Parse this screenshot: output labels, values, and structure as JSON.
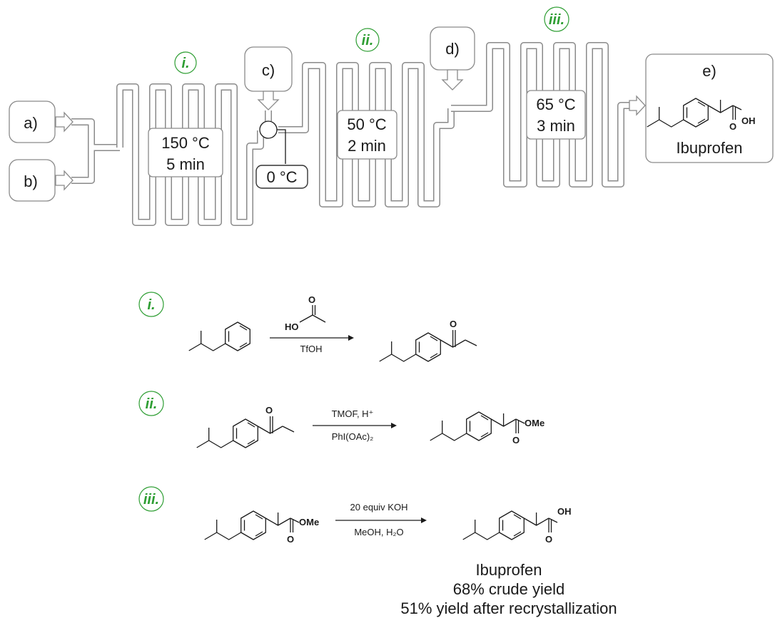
{
  "flow": {
    "inlets": {
      "a": "a)",
      "b": "b)",
      "c": "c)",
      "d": "d)",
      "e": "e)"
    },
    "product_label": "Ibuprofen",
    "reactors": [
      {
        "step": "i.",
        "temp": "150 °C",
        "time": "5 min"
      },
      {
        "step": "ii.",
        "temp": "50 °C",
        "time": "2 min"
      },
      {
        "step": "iii.",
        "temp": "65 °C",
        "time": "3 min"
      }
    ],
    "mixer_temp": "0 °C"
  },
  "schemes": [
    {
      "step": "i.",
      "reagent_above": "HO",
      "reagent_below": "TfOH"
    },
    {
      "step": "ii.",
      "reagent_above": "TMOF, H⁺",
      "reagent_below": "PhI(OAc)₂",
      "product_group": "OMe"
    },
    {
      "step": "iii.",
      "reagent_above": "20 equiv KOH",
      "reagent_below": "MeOH, H₂O",
      "start_group": "OMe",
      "product_group": "OH"
    }
  ],
  "atoms": {
    "O": "O",
    "OH": "OH"
  },
  "summary": {
    "name": "Ibuprofen",
    "crude": "68% crude yield",
    "recryst": "51% yield after recrystallization"
  },
  "colors": {
    "step_label": "#2e9e33",
    "tubing": "#8a8a8a",
    "text": "#1a1a1a"
  }
}
